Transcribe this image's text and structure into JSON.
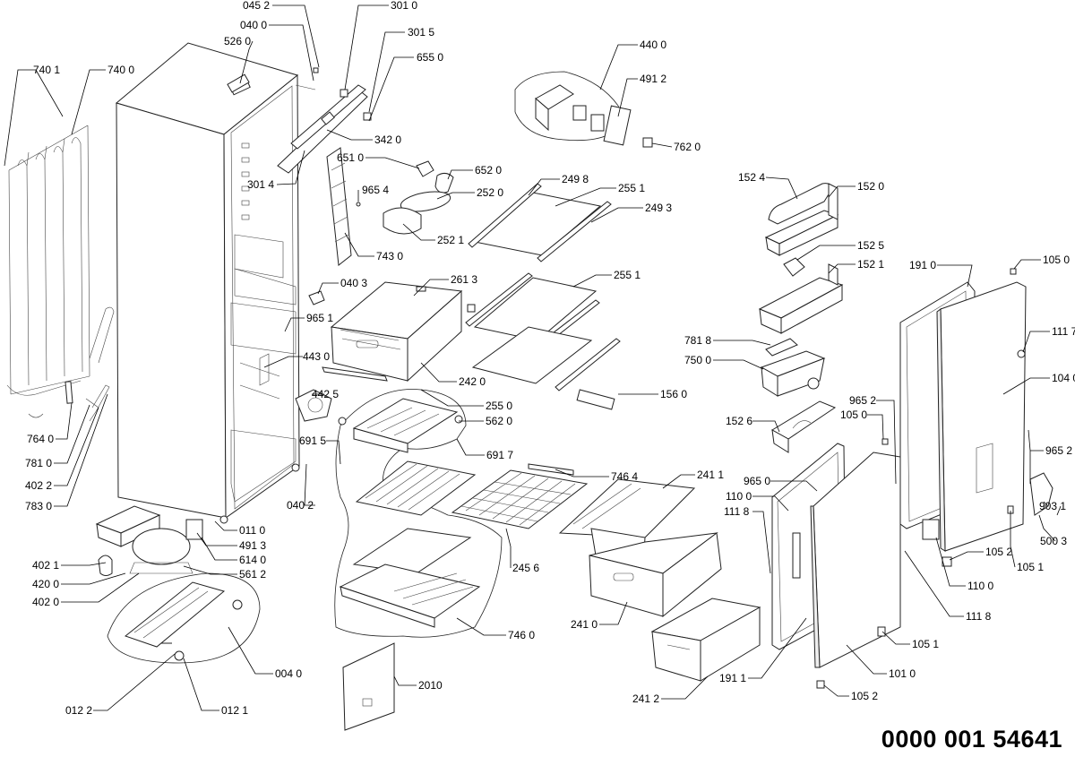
{
  "document_number": "0000 001 54641",
  "labels": [
    {
      "id": "045-2",
      "text": "045 2"
    },
    {
      "id": "301-0",
      "text": "301 0"
    },
    {
      "id": "040-0-top",
      "text": "040 0"
    },
    {
      "id": "301-5",
      "text": "301 5"
    },
    {
      "id": "526-0",
      "text": "526 0"
    },
    {
      "id": "655-0",
      "text": "655 0"
    },
    {
      "id": "740-1",
      "text": "740 1"
    },
    {
      "id": "740-0",
      "text": "740 0"
    },
    {
      "id": "440-0",
      "text": "440 0"
    },
    {
      "id": "491-2",
      "text": "491 2"
    },
    {
      "id": "762-0",
      "text": "762 0"
    },
    {
      "id": "342-0",
      "text": "342 0"
    },
    {
      "id": "651-0",
      "text": "651 0"
    },
    {
      "id": "652-0",
      "text": "652 0"
    },
    {
      "id": "301-4",
      "text": "301 4"
    },
    {
      "id": "252-0",
      "text": "252 0"
    },
    {
      "id": "965-4",
      "text": "965 4"
    },
    {
      "id": "249-8",
      "text": "249 8"
    },
    {
      "id": "255-1-top",
      "text": "255 1"
    },
    {
      "id": "249-3",
      "text": "249 3"
    },
    {
      "id": "152-4",
      "text": "152 4"
    },
    {
      "id": "152-0",
      "text": "152 0"
    },
    {
      "id": "743-0",
      "text": "743 0"
    },
    {
      "id": "252-1",
      "text": "252 1"
    },
    {
      "id": "152-5",
      "text": "152 5"
    },
    {
      "id": "152-1",
      "text": "152 1"
    },
    {
      "id": "191-0",
      "text": "191 0"
    },
    {
      "id": "105-0-top",
      "text": "105 0"
    },
    {
      "id": "040-3",
      "text": "040 3"
    },
    {
      "id": "261-3",
      "text": "261 3"
    },
    {
      "id": "255-1-mid",
      "text": "255 1"
    },
    {
      "id": "965-1",
      "text": "965 1"
    },
    {
      "id": "781-8",
      "text": "781 8"
    },
    {
      "id": "111-7",
      "text": "111 7"
    },
    {
      "id": "443-0",
      "text": "443 0"
    },
    {
      "id": "750-0",
      "text": "750 0"
    },
    {
      "id": "242-0",
      "text": "242 0"
    },
    {
      "id": "104-0",
      "text": "104 0"
    },
    {
      "id": "442-5",
      "text": "442 5"
    },
    {
      "id": "156-0",
      "text": "156 0"
    },
    {
      "id": "255-0",
      "text": "255 0"
    },
    {
      "id": "965-2-mid",
      "text": "965 2"
    },
    {
      "id": "105-0-mid",
      "text": "105 0"
    },
    {
      "id": "562-0",
      "text": "562 0"
    },
    {
      "id": "152-6",
      "text": "152 6"
    },
    {
      "id": "764-0",
      "text": "764 0"
    },
    {
      "id": "691-5",
      "text": "691 5"
    },
    {
      "id": "691-7",
      "text": "691 7"
    },
    {
      "id": "965-2-right",
      "text": "965 2"
    },
    {
      "id": "781-0",
      "text": "781 0"
    },
    {
      "id": "746-4",
      "text": "746 4"
    },
    {
      "id": "241-1",
      "text": "241 1"
    },
    {
      "id": "965-0",
      "text": "965 0"
    },
    {
      "id": "402-2",
      "text": "402 2"
    },
    {
      "id": "040-2",
      "text": "040 2"
    },
    {
      "id": "110-0-left",
      "text": "110 0"
    },
    {
      "id": "783-0",
      "text": "783 0"
    },
    {
      "id": "903-1",
      "text": "903 1"
    },
    {
      "id": "111-8-left",
      "text": "111 8"
    },
    {
      "id": "011-0",
      "text": "011 0"
    },
    {
      "id": "500-3",
      "text": "500 3"
    },
    {
      "id": "491-3",
      "text": "491 3"
    },
    {
      "id": "245-6",
      "text": "245 6"
    },
    {
      "id": "402-1",
      "text": "402 1"
    },
    {
      "id": "614-0",
      "text": "614 0"
    },
    {
      "id": "105-2-right",
      "text": "105 2"
    },
    {
      "id": "105-1-right",
      "text": "105 1"
    },
    {
      "id": "561-2",
      "text": "561 2"
    },
    {
      "id": "420-0",
      "text": "420 0"
    },
    {
      "id": "110-0-right",
      "text": "110 0"
    },
    {
      "id": "402-0",
      "text": "402 0"
    },
    {
      "id": "111-8-right",
      "text": "111 8"
    },
    {
      "id": "241-0",
      "text": "241 0"
    },
    {
      "id": "746-0",
      "text": "746 0"
    },
    {
      "id": "105-1-low",
      "text": "105 1"
    },
    {
      "id": "004-0",
      "text": "004 0"
    },
    {
      "id": "101-0",
      "text": "101 0"
    },
    {
      "id": "2010",
      "text": "2010"
    },
    {
      "id": "191-1",
      "text": "191 1"
    },
    {
      "id": "241-2",
      "text": "241 2"
    },
    {
      "id": "105-2-low",
      "text": "105 2"
    },
    {
      "id": "012-2",
      "text": "012 2"
    },
    {
      "id": "012-1",
      "text": "012 1"
    }
  ]
}
